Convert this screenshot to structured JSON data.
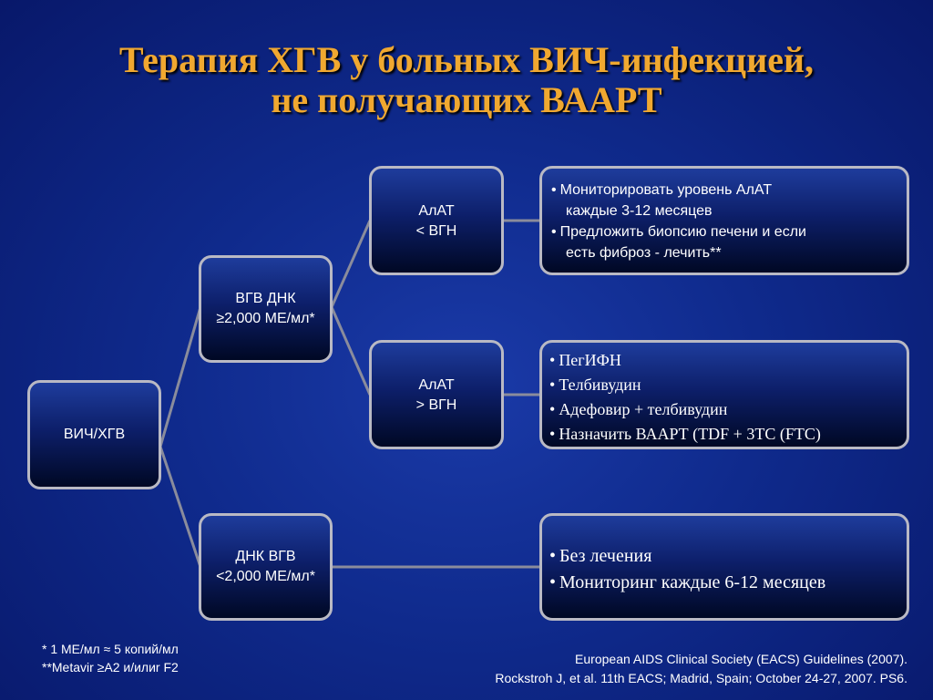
{
  "title": {
    "line1": "Терапия ХГВ у больных ВИЧ-инфекцией,",
    "line2": "не получающих ВААРТ"
  },
  "nodes": {
    "root": "ВИЧ/ХГВ",
    "high_dna": {
      "line1": "ВГВ ДНК",
      "line2": "≥2,000 МЕ/мл*"
    },
    "low_dna": {
      "line1": "ДНК ВГВ",
      "line2": "<2,000 МЕ/мл*"
    },
    "alt_low": {
      "line1": "АлАТ",
      "line2": "< ВГН"
    },
    "alt_high": {
      "line1": "АлАТ",
      "line2": "> ВГН"
    }
  },
  "outcomes": {
    "alt_low_actions": [
      "Мониторировать уровень АлАТ",
      "каждые 3-12 месяцев",
      "Предложить биопсию печени и если",
      "есть фиброз - лечить**"
    ],
    "alt_high_actions": [
      "ПегИФН",
      "Телбивудин",
      "Адефовир + телбивудин",
      "Назначить ВААРТ (TDF + 3TC (FTC)"
    ],
    "low_dna_actions": [
      "Без лечения",
      "Мониторинг каждые 6-12 месяцев"
    ]
  },
  "footnotes": {
    "line1": "* 1 МЕ/мл ≈ 5 копий/мл",
    "line2": "**Metavir ≥A2 и/илиr F2"
  },
  "reference": {
    "line1": "European AIDS Clinical Society (EACS) Guidelines (2007).",
    "line2": "Rockstroh J, et al. 11th EACS; Madrid, Spain; October 24-27, 2007. PS6."
  },
  "colors": {
    "title": "#f0a830",
    "connector": "#8a8c9c",
    "box_border": "#b9b9c4"
  }
}
